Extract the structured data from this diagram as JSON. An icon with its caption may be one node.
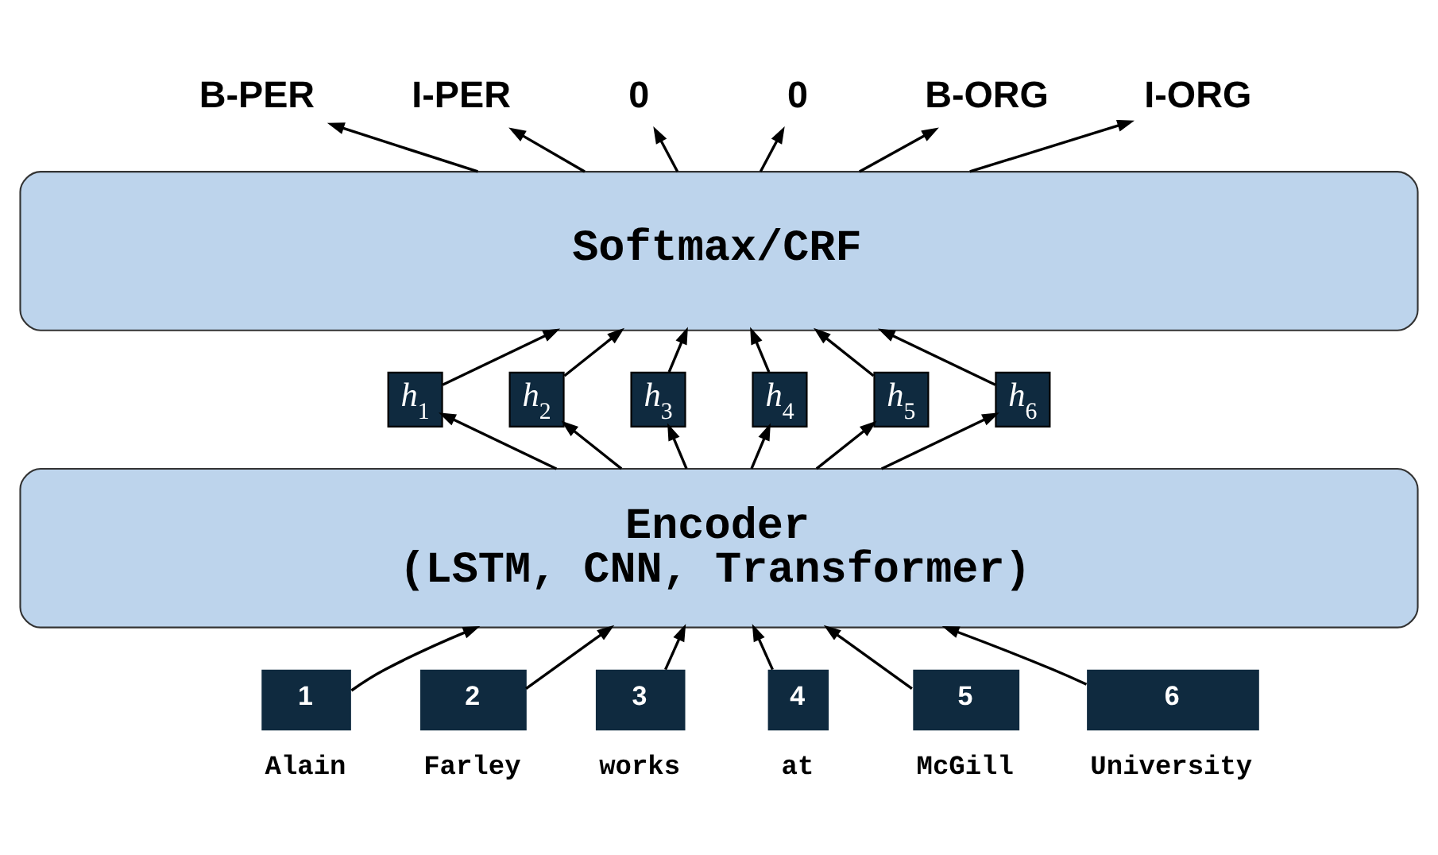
{
  "diagram": {
    "nodes": [
      {
        "text": [
          "B-PER"
        ]
      },
      {
        "text": [
          "I-PER"
        ]
      },
      {
        "text": [
          "0"
        ]
      },
      {
        "text": [
          "0"
        ]
      },
      {
        "text": [
          "B-ORG"
        ]
      },
      {
        "text": [
          "I-ORG"
        ]
      },
      {
        "text": [
          "Softmax/CRF"
        ]
      },
      {
        "text": [
          "*h*$_{1}$"
        ]
      },
      {
        "text": [
          "*h*$_{2}$"
        ]
      },
      {
        "text": [
          "*h*$_{3}$"
        ]
      },
      {
        "text": [
          "*h*$_{4}$"
        ]
      },
      {
        "text": [
          "*h*$_{5}$"
        ]
      },
      {
        "text": [
          "*h*$_{6}$"
        ]
      },
      {
        "text": [
          "Encoder",
          "(LSTM, CNN, Transformer)"
        ]
      },
      {
        "text": [
          "1"
        ],
        "beside": [
          "Alain"
        ]
      },
      {
        "text": [
          "2"
        ],
        "beside": [
          "Farley"
        ]
      },
      {
        "text": [
          "3"
        ],
        "beside": [
          "works"
        ]
      },
      {
        "text": [
          "4"
        ],
        "beside": [
          "at"
        ]
      },
      {
        "text": [
          "5"
        ],
        "beside": [
          "McGill"
        ]
      },
      {
        "text": [
          "6"
        ],
        "beside": [
          "University"
        ]
      }
    ],
    "edges": [
      {
        "from": 14,
        "to": 13,
        "arrow": "to"
      },
      {
        "from": 15,
        "to": 13,
        "arrow": "to"
      },
      {
        "from": 16,
        "to": 13,
        "arrow": "to"
      },
      {
        "from": 17,
        "to": 13,
        "arrow": "to"
      },
      {
        "from": 18,
        "to": 13,
        "arrow": "to"
      },
      {
        "from": 19,
        "to": 13,
        "arrow": "to"
      },
      {
        "from": 13,
        "to": 7,
        "arrow": "to"
      },
      {
        "from": 13,
        "to": 8,
        "arrow": "to"
      },
      {
        "from": 13,
        "to": 9,
        "arrow": "to"
      },
      {
        "from": 13,
        "to": 10,
        "arrow": "to"
      },
      {
        "from": 13,
        "to": 11,
        "arrow": "to"
      },
      {
        "from": 13,
        "to": 12,
        "arrow": "to"
      },
      {
        "from": 7,
        "to": 6,
        "arrow": "to"
      },
      {
        "from": 8,
        "to": 6,
        "arrow": "to"
      },
      {
        "from": 9,
        "to": 6,
        "arrow": "to"
      },
      {
        "from": 10,
        "to": 6,
        "arrow": "to"
      },
      {
        "from": 11,
        "to": 6,
        "arrow": "to"
      },
      {
        "from": 12,
        "to": 6,
        "arrow": "to"
      },
      {
        "from": 6,
        "to": 0,
        "arrow": "to"
      },
      {
        "from": 6,
        "to": 1,
        "arrow": "to"
      },
      {
        "from": 6,
        "to": 2,
        "arrow": "to"
      },
      {
        "from": 6,
        "to": 3,
        "arrow": "to"
      },
      {
        "from": 6,
        "to": 4,
        "arrow": "to"
      },
      {
        "from": 6,
        "to": 5,
        "arrow": "to"
      }
    ]
  }
}
